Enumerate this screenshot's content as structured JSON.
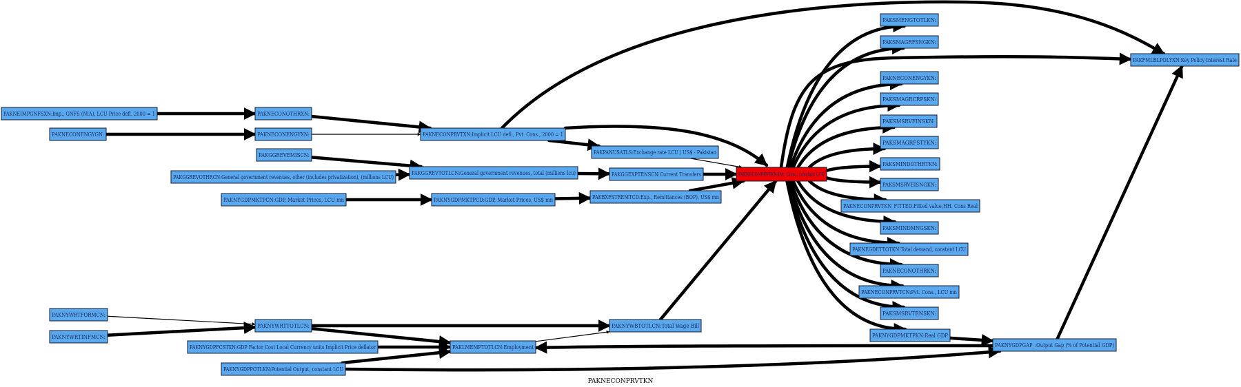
{
  "diagram": {
    "title": "PAKNECONPRVTKN",
    "colors": {
      "node_fill": "#5aa9ee",
      "focus_fill": "#ee0000",
      "edge": "#000000"
    },
    "nodes": [
      {
        "id": "n1",
        "label": "PAKNEIMPGNFSXN:Imp., GNFS (NIA), LCU Price defl. 2000 = 1"
      },
      {
        "id": "n2",
        "label": "PAKNECONENGYGN:"
      },
      {
        "id": "n3",
        "label": "PAKNECONOTHRXN:"
      },
      {
        "id": "n4",
        "label": "PAKNECONENGYXN:"
      },
      {
        "id": "n5",
        "label": "PAKNECONPRVTXN:Implicit LCU defl., Pvt. Cons., 2000 = 1"
      },
      {
        "id": "n6",
        "label": "PAKGGREVEMISCN:"
      },
      {
        "id": "n7",
        "label": "PAKGGREVOTHRCN:General government revenues, other (includes privatization), (millions LCU)"
      },
      {
        "id": "n8",
        "label": "PAKGGREVTOTLCN:General government revenues, total (millions lcu)"
      },
      {
        "id": "n9",
        "label": "PAKNYGDPMKTPCN:GDP, Market Prices, LCU mn"
      },
      {
        "id": "n10",
        "label": "PAKNYGDPMKTPCD:GDP, Market Prices, US$ mn"
      },
      {
        "id": "n11",
        "label": "PAKPANUSATLS:Exchange rate LCU / US$ - Pakistan"
      },
      {
        "id": "n12",
        "label": "PAKGGEXPTRNSCN:Current Transfers"
      },
      {
        "id": "n13",
        "label": "PAKBXFSTREMTCD:Exp., Remittances (BOP), US$ mn"
      },
      {
        "id": "n14",
        "label": "PAKNECONPRVTKN:Pvt. Cons., constant LCU"
      },
      {
        "id": "n15",
        "label": "PAKNYWRTFORMCN:"
      },
      {
        "id": "n16",
        "label": "PAKNYWRTINFMCN:"
      },
      {
        "id": "n17",
        "label": "PAKNYWRTTOTLCN:"
      },
      {
        "id": "n18",
        "label": "PAKNYWBTOTLCN:Total Wage Bill"
      },
      {
        "id": "n19",
        "label": "PAKNYGDPFCSTXN:GDP Factor Cost Local Currency units Implicit Price deflator"
      },
      {
        "id": "n20",
        "label": "PAKLMEMPTOTLCN:Employment"
      },
      {
        "id": "n21",
        "label": "PAKNYGDPPOTLKN:Potential Output, constant LCU"
      },
      {
        "id": "n22",
        "label": "PAKSMENGTOTLKN:"
      },
      {
        "id": "n23",
        "label": "PAKSMAGRFSNGKN:"
      },
      {
        "id": "n24",
        "label": "PAKNECONENGYKN:"
      },
      {
        "id": "n25",
        "label": "PAKSMAGRCRPSKN:"
      },
      {
        "id": "n26",
        "label": "PAKSMSRVFINSKN:"
      },
      {
        "id": "n27",
        "label": "PAKSMAGRFSTYKN:"
      },
      {
        "id": "n28",
        "label": "PAKSMINDOTHRTKN:"
      },
      {
        "id": "n29",
        "label": "PAKSMSRVEISNGKN:"
      },
      {
        "id": "n30",
        "label": "PAKNECONPRVTKN_FITTED:Fitted  value;HH. Cons Real"
      },
      {
        "id": "n31",
        "label": "PAKSMINDMNGSKN:"
      },
      {
        "id": "n32",
        "label": "PAKNEGDETTOTKN:Total demand, constant LCU"
      },
      {
        "id": "n33",
        "label": "PAKNECONOTHRKN:"
      },
      {
        "id": "n34",
        "label": "PAKNECONPRVTCN:Pvt. Cons., LCU mn"
      },
      {
        "id": "n35",
        "label": "PAKSMSRVTRNSKN:"
      },
      {
        "id": "n36",
        "label": "PAKNYGDPMKTPKN:Real GDP"
      },
      {
        "id": "n37",
        "label": "PAKNYGDPGAP_:Output Gap (% of Potential GDP)"
      },
      {
        "id": "n38",
        "label": "PAKFMLBLPOLYXN:Key Policy Interest Rate"
      }
    ]
  }
}
